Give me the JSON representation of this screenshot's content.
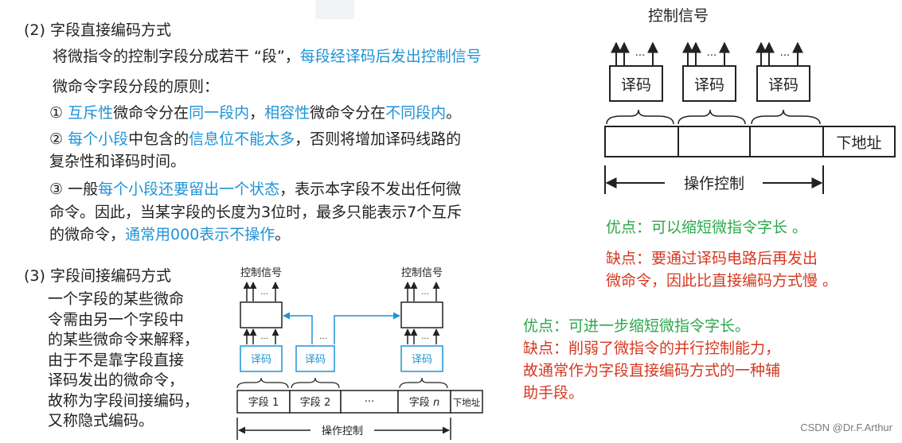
{
  "sec2": {
    "title": "(2) 字段直接编码方式",
    "line1_a": "将微指令的控制字段分成若干 “段”，",
    "line1_b": "每段经译码后发出控制信号",
    "principle": "微命令字段分段的原则：",
    "p1": [
      "① ",
      "互斥性",
      "微命令分在",
      "同一段内",
      "，",
      "相容性",
      "微命令分在",
      "不同段内",
      "。"
    ],
    "p2_l1": [
      "② ",
      "每个小段",
      "中包含的",
      "信息位不能太多",
      "，否则将增加译码线路的"
    ],
    "p2_l2": "复杂性和译码时间。",
    "p3_l1": [
      "③ 一般",
      "每个小段还要留出一个状态",
      "，表示本字段不发出任何微"
    ],
    "p3_l2": "命令。因此，当某字段的长度为3位时，最多只能表示7个互斥",
    "p3_l3": [
      "的微命令，",
      "通常用000表示不操作",
      "。"
    ]
  },
  "diagram_direct": {
    "title": "控制信号",
    "decoders": [
      "译码",
      "译码",
      "译码"
    ],
    "dots": "···",
    "next_addr": "下地址",
    "op_label": "操作控制",
    "pros": "优点：可以缩短微指令字长 。",
    "cons_l1": "缺点：要通过译码电路后再发出",
    "cons_l2": "微命令，因此比直接编码方式慢 。"
  },
  "sec3": {
    "title": "(3) 字段间接编码方式",
    "lines": [
      "一个字段的某些微命",
      "令需由另一个字段中",
      "的某些微命令来解释，",
      "由于不是靠字段直接",
      "译码发出的微命令，",
      "故称为字段间接编码，",
      "又称隐式编码。"
    ]
  },
  "diagram_indirect": {
    "signal_left": "控制信号",
    "signal_right": "控制信号",
    "decoders": [
      "译码",
      "译码",
      "译码"
    ],
    "dots": "···",
    "field_prefix": "字段",
    "fields": [
      {
        "n": "1"
      },
      {
        "n": "2"
      },
      {
        "n": "···"
      },
      {
        "n": "n"
      }
    ],
    "next_addr": "下地址",
    "op_label": "操作控制",
    "pros": "优点：可进一步缩短微指令字长。",
    "cons_l1": "缺点：削弱了微指令的并行控制能力，",
    "cons_l2": "故通常作为字段直接编码方式的一种辅",
    "cons_l3": "助手段。"
  },
  "watermark": "CSDN @Dr.F.Arthur",
  "colors": {
    "blue": "#1f93d6",
    "red": "#d6381f",
    "green": "#2aa84a",
    "text": "#222222"
  }
}
